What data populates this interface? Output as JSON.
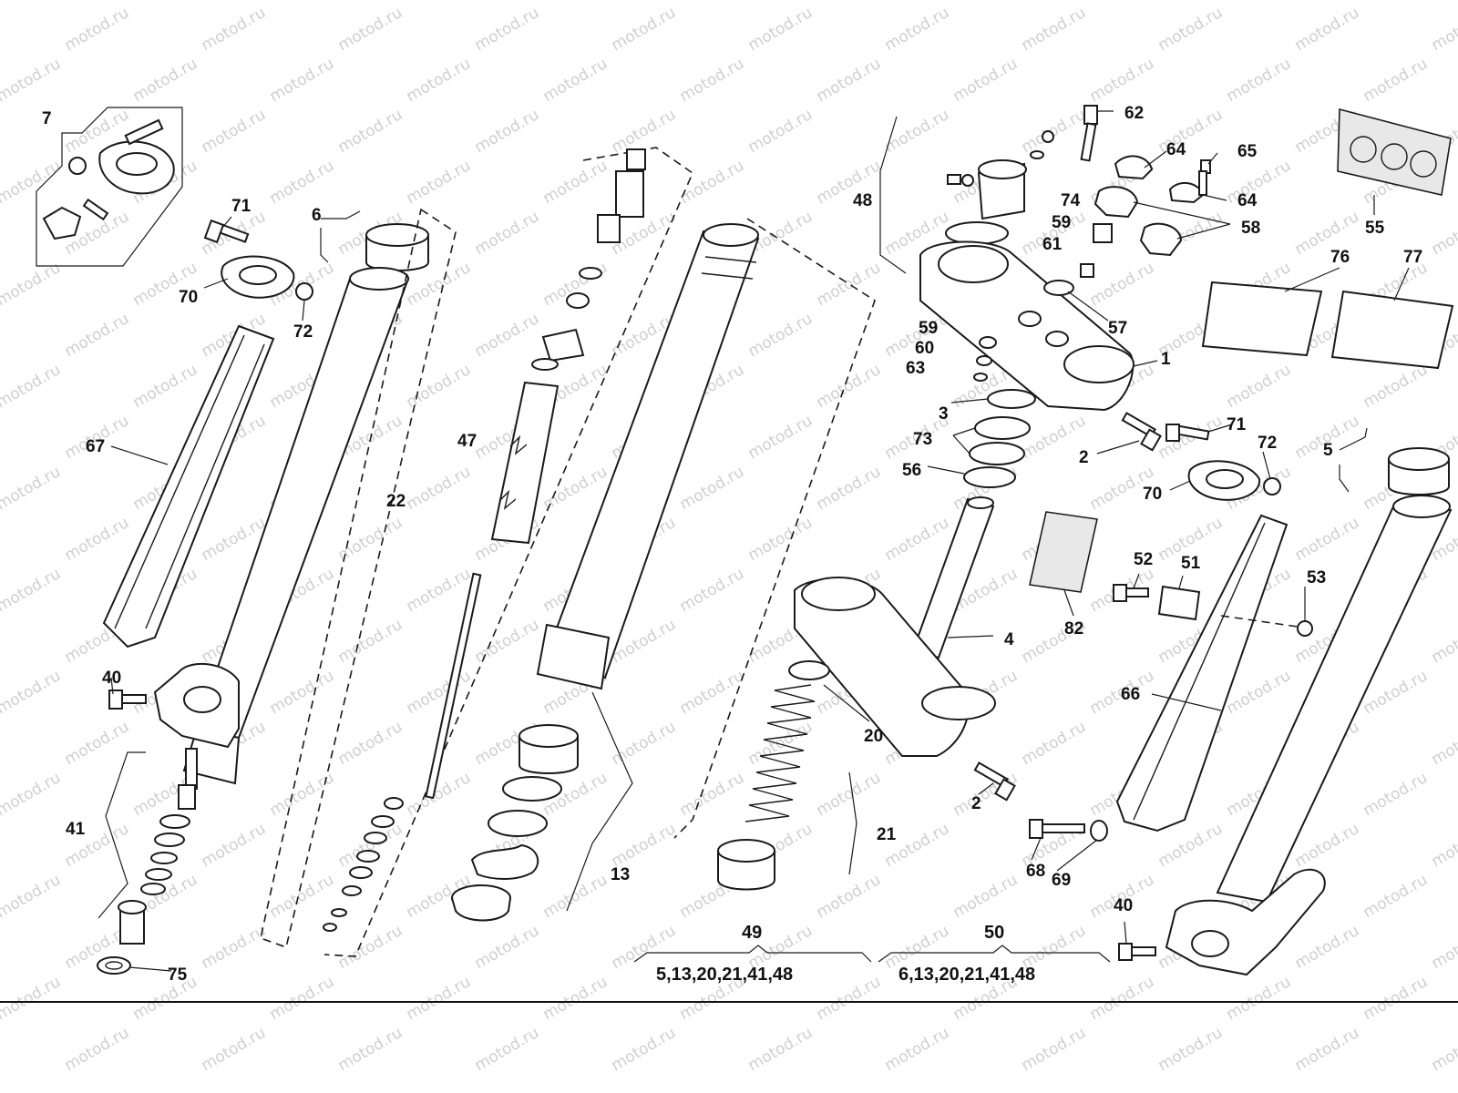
{
  "watermark": {
    "text": "motod.ru",
    "color": "#cfcfcf"
  },
  "callouts": {
    "c7": "7",
    "c71a": "71",
    "c6": "6",
    "c70a": "70",
    "c72a": "72",
    "c67": "67",
    "c22": "22",
    "c47": "47",
    "c40a": "40",
    "c41": "41",
    "c75": "75",
    "c13": "13",
    "c48": "48",
    "c62": "62",
    "c64a": "64",
    "c65": "65",
    "c64b": "64",
    "c74": "74",
    "c59a": "59",
    "c58": "58",
    "c55": "55",
    "c61": "61",
    "c57": "57",
    "c76": "76",
    "c77": "77",
    "c1": "1",
    "c59b": "59",
    "c60": "60",
    "c63": "63",
    "c3": "3",
    "c73": "73",
    "c2a": "2",
    "c56": "56",
    "c71b": "71",
    "c72b": "72",
    "c5": "5",
    "c70b": "70",
    "c52": "52",
    "c51": "51",
    "c53": "53",
    "c82": "82",
    "c4": "4",
    "c66": "66",
    "c20": "20",
    "c2b": "2",
    "c21": "21",
    "c68": "68",
    "c69": "69",
    "c40b": "40"
  },
  "kits": {
    "kit49": {
      "number": "49",
      "parts": "5,13,20,21,41,48"
    },
    "kit50": {
      "number": "50",
      "parts": "6,13,20,21,41,48"
    }
  }
}
